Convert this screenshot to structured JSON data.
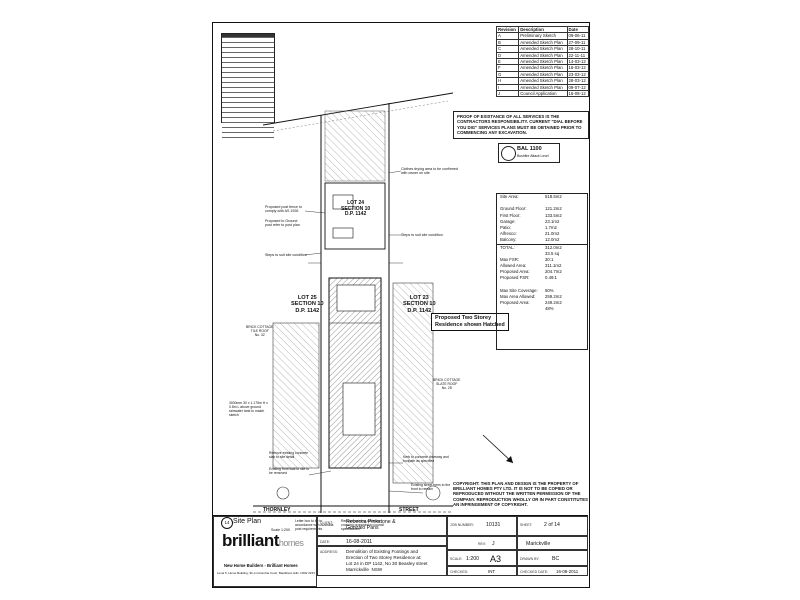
{
  "revisions": {
    "headers": [
      "Revision",
      "Description",
      "Date"
    ],
    "rows": [
      [
        "A",
        "Preliminary Sketch",
        "09-06-11"
      ],
      [
        "B",
        "Amended Sketch Plan",
        "27-09-11"
      ],
      [
        "C",
        "Amended Sketch Plan",
        "28-10-11"
      ],
      [
        "D",
        "Amended Sketch Plan",
        "22-11-11"
      ],
      [
        "E",
        "Amended Sketch Plan",
        "14-03-12"
      ],
      [
        "F",
        "Amended Sketch Plan",
        "16-03-12"
      ],
      [
        "G",
        "Amended Sketch Plan",
        "23-03-12"
      ],
      [
        "H",
        "Amended Sketch Plan",
        "28-03-12"
      ],
      [
        "I",
        "Amended Sketch Plan",
        "09-07-12"
      ],
      [
        "J",
        "Council Application",
        "16-08-12"
      ]
    ]
  },
  "warning": "PROOF OF EXISTANCE OF ALL SERVICES IS THE CONTRACTORS RESPONSIBILITY. CURRENT \"DIAL BEFORE YOU DIG\" SERVICES PLANS MUST BE OBTAINED PRIOR TO COMMENCING ANY EXCAVATION.",
  "bal": {
    "label": "BAL 1100",
    "sub": "Bushfire Attack Level"
  },
  "area_schedule": [
    [
      "Site Area:",
      "518.5m2"
    ],
    [
      "",
      ""
    ],
    [
      "Ground Floor:",
      "121.2m2"
    ],
    [
      "First Floor:",
      "133.5m2"
    ],
    [
      "Garage:",
      "23.1m2"
    ],
    [
      "Patio:",
      "1.7m2"
    ],
    [
      "Alfresco:",
      "21.0m2"
    ],
    [
      "Balcony:",
      "12.0m2"
    ],
    [
      "TOTAL:",
      "312.0m2"
    ],
    [
      "",
      "33.5 sq"
    ],
    [
      "Max FSR:",
      "30:1"
    ],
    [
      "Allowed Area:",
      "311.1m2"
    ],
    [
      "Proposed Area:",
      "204.7m2"
    ],
    [
      "Proposed FSR:",
      "0.49:1"
    ],
    [
      "",
      ""
    ],
    [
      "Max Site Coverage:",
      "50%"
    ],
    [
      "Max Area Allowed:",
      "259.2m2"
    ],
    [
      "Proposed Area:",
      "249.2m2"
    ],
    [
      "",
      "48%"
    ]
  ],
  "lots": {
    "lot24": "LOT 24\nSECTION 10\nD.P. 1142",
    "lot25": "LOT 25\nSECTION 10\nD.P. 1142",
    "lot23": "LOT 23\nSECTION 10\nD.P. 1142"
  },
  "callout": "Proposed Two Storey\nResidence shown Hatched",
  "plan_notes": {
    "clothes": "Clothes drying area to be confirmed with owner on site",
    "post": "Proposed post fence to comply with AS 1926",
    "ground": "Proposed to Ground post refer to post plan",
    "steps1": "Steps to suit site condition",
    "steps2": "Steps to suit site condition",
    "steps3": "Steps to suit site condition",
    "brick_l": "BRICK COTTAGE\nTILE ROOF\nNo. 32",
    "brick_r": "BRICK COTTAGE\nSLATE ROOF\nNo. 28",
    "tank": "3000mm 30 x 1.175m H x 0.8m L above ground rainwater tank to match sketch",
    "driveway_rm": "Remove existing concrete slab to site detail",
    "existing_fence": "Existing front wall to site to be removed",
    "kerb": "Kerb to concrete driveway and footpath as specified",
    "existing_trees": "Existing street trees to the front to remain",
    "letter": "Letter box to be in accordance with Australia post requirements",
    "crossing": "Remove existing driveway crossing proposed to council specification"
  },
  "street": {
    "left": "THORNLEY",
    "right": "STREET"
  },
  "site_plan": {
    "title": "Site Plan",
    "scale": "Scale 1:200",
    "num": "14"
  },
  "copyright": "COPYRIGHT: THIS PLAN AND DESIGN IS THE PROPERTY OF BRILLIANT HOMES PTY LTD. IT IS NOT TO BE COPIED OR REPRODUCED WITHOUT THE WRITTEN PERMISSION OF THE COMPANY. REPRODUCTION WHOLLY OR IN PART CONSTITUTES AN INFRINGEMENT OF COPYRIGHT.",
  "title_block": {
    "logo_main": "brilliant",
    "logo_sub": "homes",
    "company": "New Home Builders - Brilliant Homes",
    "address": "Level 5, Home Building, 9b-4 Columbia Court, Baulkham Hills. NSW 2153",
    "client_cap": "CLIENT:",
    "client": "Rebecca Pinkstone &\nGonzalo Pans",
    "address_cap": "ADDRESS:",
    "date_cap": "DATE:",
    "date": "16-08-2011",
    "project": "Demolition of Existing Footings and\nErection of Two Storey Residence at:\nLot 24 in DP 1142, No 30 Beasley street\nMarrickville  NSW",
    "job_cap": "JOB NUMBER:",
    "job": "10131",
    "sheet_cap": "SHEET:",
    "sheet": "2 of 14",
    "rev_cap": "REV:",
    "rev": "J",
    "council": "Marickville",
    "scale_cap": "SCALE:",
    "scale": "1:200",
    "size": "A3",
    "drawn_cap": "DRAWN BY:",
    "drawn": "BC",
    "checked_cap": "CHECKED:",
    "checked": "INT",
    "checkdate_cap": "CHECKED DATE:",
    "checkdate": "16-08-2011"
  }
}
